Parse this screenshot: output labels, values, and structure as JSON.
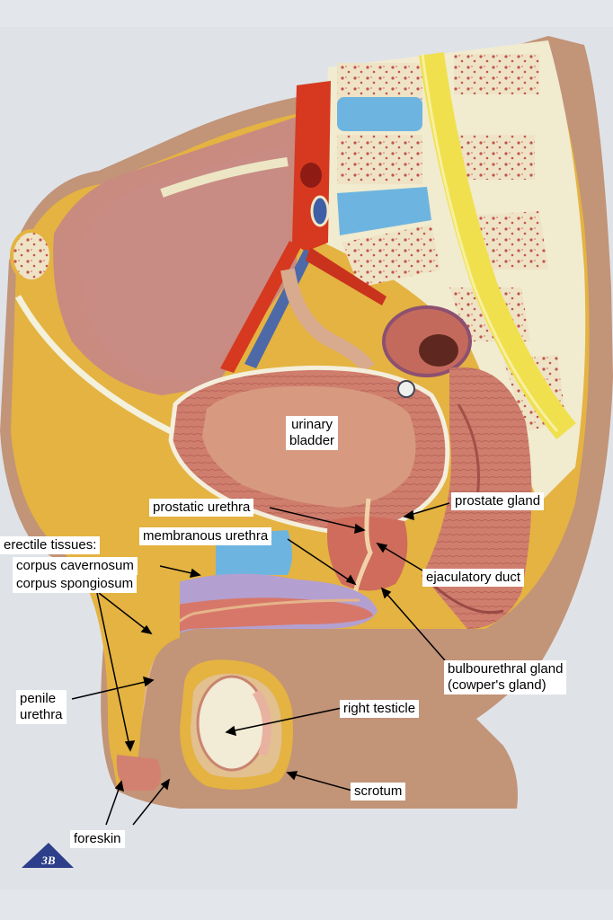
{
  "labels": {
    "urinary_bladder": [
      "urinary",
      "bladder"
    ],
    "prostatic_urethra": "prostatic urethra",
    "prostate_gland": "prostate gland",
    "membranous_urethra": "membranous urethra",
    "erectile_tissues": "erectile tissues:",
    "corpus_cavernosum": "corpus cavernosum",
    "corpus_spongiosum": "corpus spongiosum",
    "ejaculatory_duct": "ejaculatory duct",
    "bulbourethral_gland": [
      "bulbourethral gland",
      "(cowper's gland)"
    ],
    "penile_urethra": [
      "penile",
      "urethra"
    ],
    "right_testicle": "right testicle",
    "scrotum": "scrotum",
    "foreskin": "foreskin"
  },
  "logo_text": "3B",
  "colors": {
    "background": "#e3e6ea",
    "muscle": "#c8756a",
    "fat": "#e7b43b",
    "skin": "#c99878",
    "bone": "#efe8c8",
    "artery": "#d53a24",
    "vein": "#4e69a8",
    "disc": "#6db5e0",
    "nerve": "#eedf52"
  }
}
